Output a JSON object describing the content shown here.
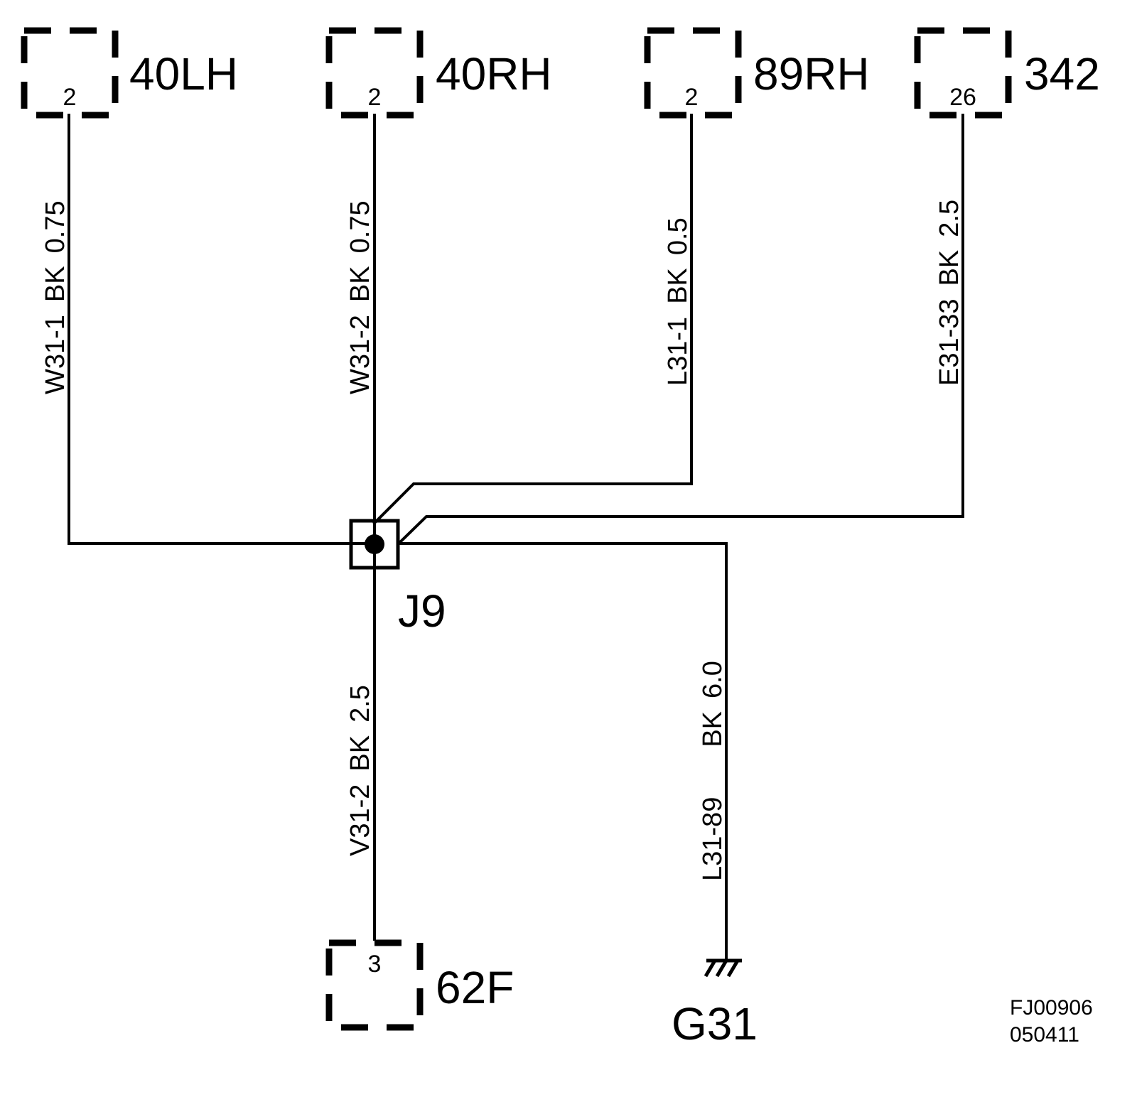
{
  "connectors": {
    "c40lh": {
      "name": "40LH",
      "pin": "2"
    },
    "c40rh": {
      "name": "40RH",
      "pin": "2"
    },
    "c89rh": {
      "name": "89RH",
      "pin": "2"
    },
    "c342": {
      "name": "342",
      "pin": "26"
    },
    "c62f": {
      "name": "62F",
      "pin": "3"
    }
  },
  "wires": {
    "w31_1": {
      "id": "W31-1",
      "color": "BK",
      "size": "0.75"
    },
    "w31_2": {
      "id": "W31-2",
      "color": "BK",
      "size": "0.75"
    },
    "l31_1": {
      "id": "L31-1",
      "color": "BK",
      "size": "0.5"
    },
    "e31_33": {
      "id": "E31-33",
      "color": "BK",
      "size": "2.5"
    },
    "v31_2": {
      "id": "V31-2",
      "color": "BK",
      "size": "2.5"
    },
    "l31_89": {
      "id": "L31-89",
      "color": "BK",
      "size": "6.0"
    }
  },
  "splice": {
    "name": "J9"
  },
  "ground": {
    "name": "G31"
  },
  "reference": {
    "code": "FJ00906",
    "date": "050411"
  }
}
